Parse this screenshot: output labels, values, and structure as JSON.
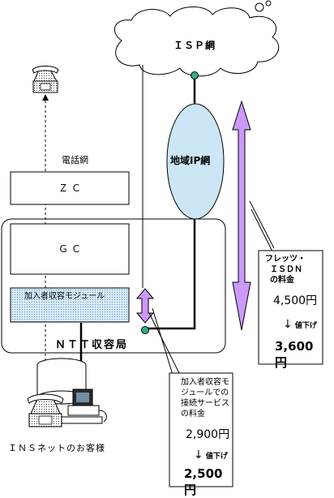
{
  "isp_network": {
    "label": "ＩＳＰ網"
  },
  "regional_ip_network": {
    "label": "地域IP網"
  },
  "telephone_network": {
    "label": "電話網"
  },
  "zc_box": {
    "label": "ＺＣ"
  },
  "gc_box": {
    "label": "ＧＣ"
  },
  "subscriber_module": {
    "label": "加入者収容モジュール"
  },
  "ntt_office": {
    "label": "ＮＴＴ収容局"
  },
  "customer": {
    "label": "ＩＮＳネットのお客様"
  },
  "flets_callout": {
    "title_lines": [
      "フレッツ・",
      "ＩＳＤＮ",
      "の料金"
    ],
    "old_price": "4,500円",
    "discount_label": "値下げ",
    "new_price": "3,600円"
  },
  "module_callout": {
    "title_lines": [
      "加入者収容モ",
      "ジュールでの",
      "接続サービス",
      "の料金"
    ],
    "old_price": "2,900円",
    "discount_label": "値下げ",
    "new_price": "2,500円"
  },
  "colors": {
    "purple_arrow": "#cc99ff",
    "oval_fill": "#cce6f5",
    "module_fill": "#cfe8f8",
    "node_green": "#2eb085"
  }
}
